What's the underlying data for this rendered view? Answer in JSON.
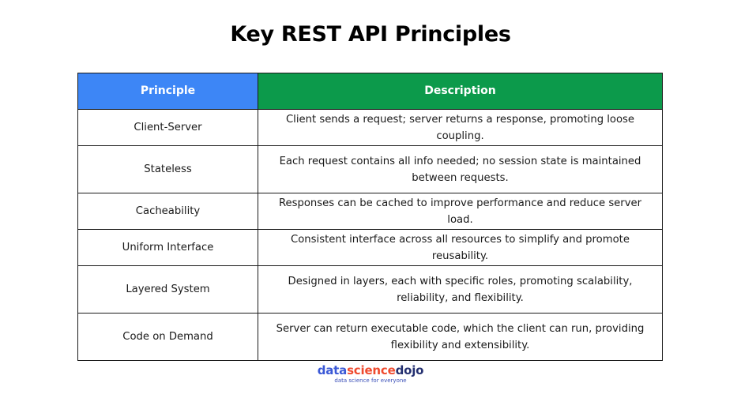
{
  "title": "Key REST API Principles",
  "table": {
    "headers": [
      "Principle",
      "Description"
    ],
    "header_colors": [
      "#3d86f6",
      "#0c9a4b"
    ],
    "rows": [
      [
        "Client-Server",
        "Client sends a request; server returns a response, promoting loose coupling."
      ],
      [
        "Stateless",
        "Each request contains all info needed; no session state is maintained between requests."
      ],
      [
        "Cacheability",
        "Responses can be cached to improve performance and reduce server load."
      ],
      [
        "Uniform Interface",
        "Consistent interface across all resources to simplify and promote reusability."
      ],
      [
        "Layered System",
        "Designed in layers, each with specific roles, promoting scalability, reliability, and flexibility."
      ],
      [
        "Code on Demand",
        "Server can return executable code, which the client can run, providing flexibility and extensibility."
      ]
    ]
  },
  "logo": {
    "part1": "data",
    "part2": "science",
    "part3": "dojo",
    "tagline": "data science for everyone"
  }
}
